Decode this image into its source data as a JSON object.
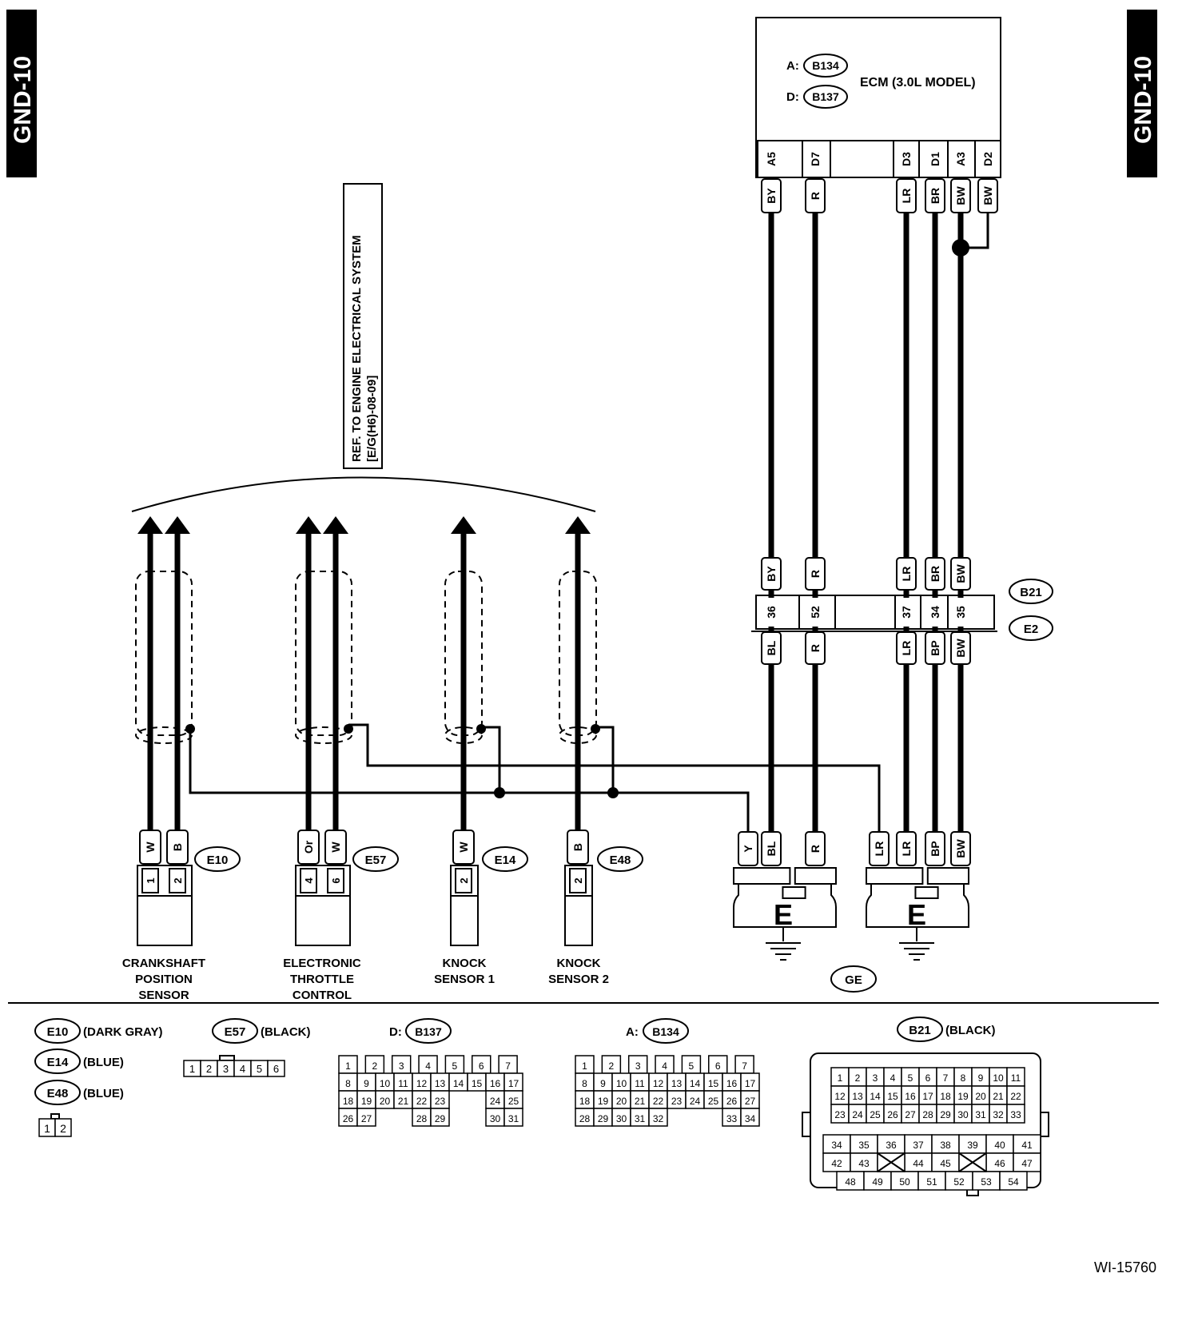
{
  "page_code": "GND-10",
  "figure_id": "WI-15760",
  "reference_note": {
    "line1": "REF. TO ENGINE ELECTRICAL SYSTEM",
    "line2": "[E/G(H6)-08-09]"
  },
  "ecm": {
    "title": "ECM (3.0L MODEL)",
    "connector_a": {
      "prefix": "A:",
      "id": "B134"
    },
    "connector_d": {
      "prefix": "D:",
      "id": "B137"
    },
    "pins": [
      "A5",
      "D7",
      "D3",
      "D1",
      "A3",
      "D2"
    ],
    "wire_colors": [
      "BY",
      "R",
      "LR",
      "BR",
      "BW",
      "BW"
    ]
  },
  "joint_connector": {
    "upper_id": "B21",
    "lower_id": "E2",
    "upper_colors": [
      "BY",
      "R",
      "LR",
      "BR",
      "BW"
    ],
    "pins": [
      "36",
      "52",
      "37",
      "34",
      "35"
    ],
    "lower_colors": [
      "BL",
      "R",
      "LR",
      "BP",
      "BW"
    ]
  },
  "ground": {
    "letter_left": "E",
    "letter_right": "E",
    "colors_left": [
      "Y",
      "BL",
      "R"
    ],
    "colors_right": [
      "LR",
      "LR",
      "BP",
      "BW"
    ],
    "id": "GE"
  },
  "sensors": [
    {
      "id": "E10",
      "colors": [
        "W",
        "B"
      ],
      "pins": [
        "1",
        "2"
      ],
      "label": [
        "CRANKSHAFT",
        "POSITION",
        "SENSOR"
      ]
    },
    {
      "id": "E57",
      "colors": [
        "Or",
        "W"
      ],
      "pins": [
        "4",
        "6"
      ],
      "label": [
        "ELECTRONIC",
        "THROTTLE",
        "CONTROL"
      ]
    },
    {
      "id": "E14",
      "colors": [
        "W"
      ],
      "pins": [
        "2"
      ],
      "label": [
        "KNOCK",
        "SENSOR 1"
      ]
    },
    {
      "id": "E48",
      "colors": [
        "B"
      ],
      "pins": [
        "2"
      ],
      "label": [
        "KNOCK",
        "SENSOR 2"
      ]
    }
  ],
  "legend": {
    "e10": {
      "id": "E10",
      "desc": "(DARK GRAY)"
    },
    "e14": {
      "id": "E14",
      "desc": "(BLUE)"
    },
    "e48": {
      "id": "E48",
      "desc": "(BLUE)"
    },
    "e48_pins": [
      "1",
      "2"
    ],
    "e57": {
      "id": "E57",
      "desc": "(BLACK)"
    },
    "e57_pins": [
      "1",
      "2",
      "3",
      "4",
      "5",
      "6"
    ],
    "d_conn": {
      "prefix": "D:",
      "id": "B137"
    },
    "d_rows": [
      [
        "1",
        "2",
        "3",
        "4",
        "5",
        "6",
        "7"
      ],
      [
        "8",
        "9",
        "10",
        "11",
        "12",
        "13",
        "14",
        "15",
        "16",
        "17"
      ],
      [
        "18",
        "19",
        "20",
        "21",
        "22",
        "23",
        "24",
        "25"
      ],
      [
        "26",
        "27",
        "28",
        "29",
        "30",
        "31"
      ]
    ],
    "a_conn": {
      "prefix": "A:",
      "id": "B134"
    },
    "a_rows": [
      [
        "1",
        "2",
        "3",
        "4",
        "5",
        "6",
        "7"
      ],
      [
        "8",
        "9",
        "10",
        "11",
        "12",
        "13",
        "14",
        "15",
        "16",
        "17"
      ],
      [
        "18",
        "19",
        "20",
        "21",
        "22",
        "23",
        "24",
        "25",
        "26",
        "27"
      ],
      [
        "28",
        "29",
        "30",
        "31",
        "32",
        "33",
        "34"
      ]
    ],
    "b21": {
      "id": "B21",
      "desc": "(BLACK)"
    },
    "b21_rows": [
      [
        "1",
        "2",
        "3",
        "4",
        "5",
        "6",
        "7",
        "8",
        "9",
        "10",
        "11"
      ],
      [
        "12",
        "13",
        "14",
        "15",
        "16",
        "17",
        "18",
        "19",
        "20",
        "21",
        "22"
      ],
      [
        "23",
        "24",
        "25",
        "26",
        "27",
        "28",
        "29",
        "30",
        "31",
        "32",
        "33"
      ],
      [
        "34",
        "35",
        "36",
        "37",
        "38",
        "39",
        "40",
        "41"
      ],
      [
        "42",
        "43",
        "44",
        "45",
        "46",
        "47"
      ],
      [
        "48",
        "49",
        "50",
        "51",
        "52",
        "53",
        "54"
      ]
    ]
  }
}
